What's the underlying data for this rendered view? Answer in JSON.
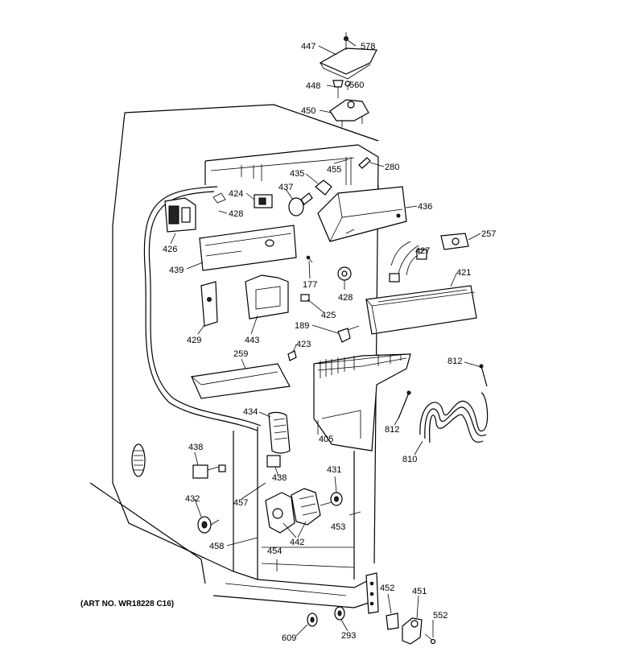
{
  "caption": "(ART NO. WR18228 C16)",
  "callouts": {
    "c447": "447",
    "c578": "578",
    "c448": "448",
    "c560": "560",
    "c450": "450",
    "c280": "280",
    "c455": "455",
    "c435": "435",
    "c424": "424",
    "c437": "437",
    "c428a": "428",
    "c436": "436",
    "c426": "426",
    "c257": "257",
    "c439": "439",
    "c177": "177",
    "c427": "427",
    "c421": "421",
    "c428b": "428",
    "c425": "425",
    "c429": "429",
    "c443": "443",
    "c189": "189",
    "c423": "423",
    "c259": "259",
    "c812a": "812",
    "c434": "434",
    "c405": "405",
    "c812b": "812",
    "c810": "810",
    "c438a": "438",
    "c438b": "438",
    "c431": "431",
    "c432": "432",
    "c457": "457",
    "c453": "453",
    "c442": "442",
    "c458": "458",
    "c454": "454",
    "c452": "452",
    "c451": "451",
    "c552": "552",
    "c609": "609",
    "c293": "293"
  }
}
